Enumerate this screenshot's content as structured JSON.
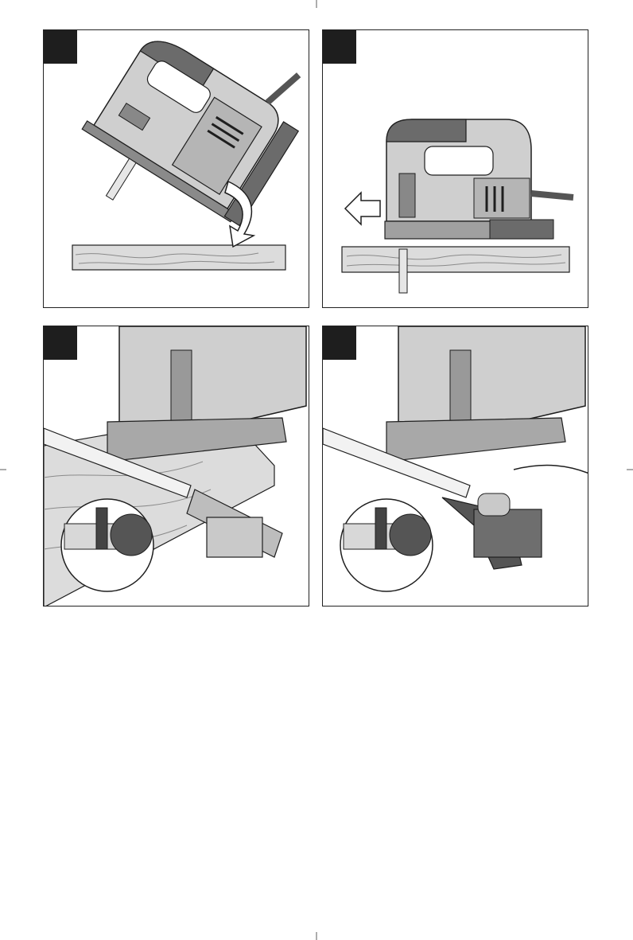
{
  "panels": [
    {
      "id": "plunge-cut",
      "badge": ""
    },
    {
      "id": "feed-direction",
      "badge": ""
    },
    {
      "id": "guide-circle-cut",
      "badge": ""
    },
    {
      "id": "guide-parallel-cut",
      "badge": ""
    }
  ],
  "colors": {
    "outline": "#1e1e1e",
    "housing_light": "#cfcfcf",
    "housing_mid": "#a7a7a7",
    "housing_dark": "#6b6b6b",
    "wood": "#dedede"
  },
  "icons": [
    "jigsaw-icon",
    "curved-arrow-icon",
    "left-arrow-icon",
    "scale-ruler-icon",
    "magnifier-icon"
  ]
}
